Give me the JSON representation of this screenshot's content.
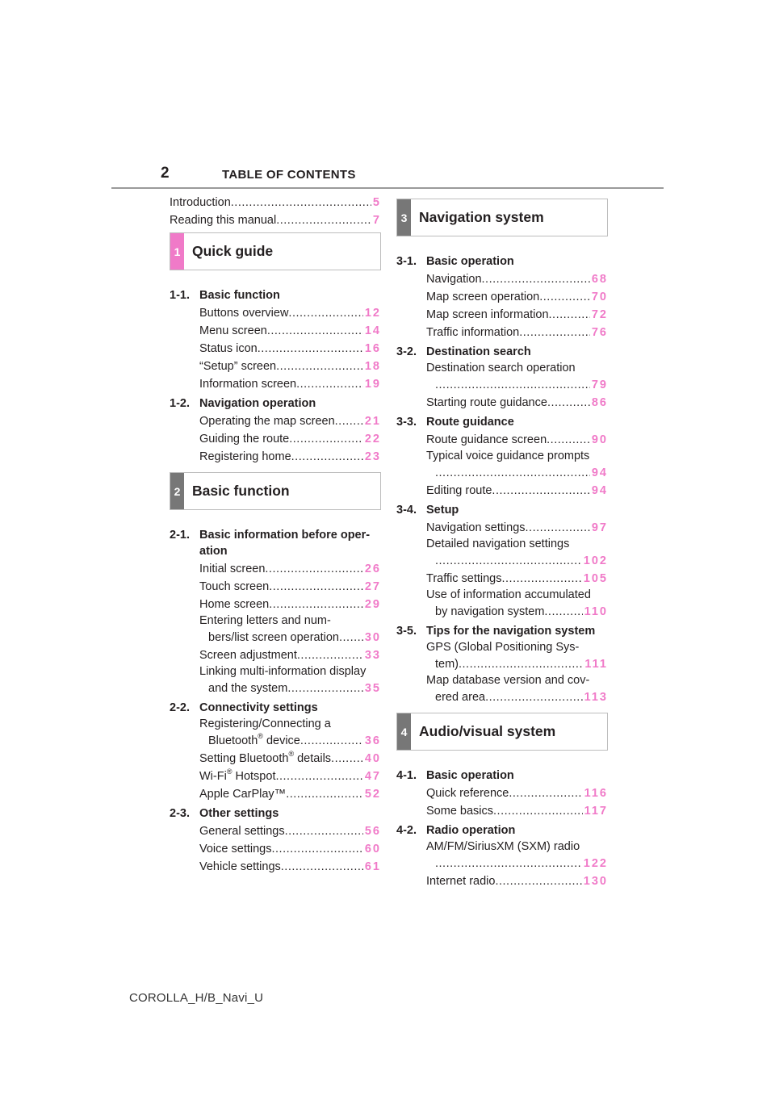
{
  "header": {
    "page_number": "2",
    "title": "TABLE OF CONTENTS"
  },
  "intro": [
    {
      "text": "Introduction",
      "page": "5"
    },
    {
      "text": "Reading this manual",
      "page": "7"
    }
  ],
  "ch1": {
    "num": "1",
    "title": "Quick guide",
    "s11": "1-1.",
    "s11_title": "Basic function",
    "s11_items": [
      {
        "text": "Buttons overview",
        "page": "12"
      },
      {
        "text": "Menu screen",
        "page": "14"
      },
      {
        "text": "Status icon",
        "page": "16"
      },
      {
        "text": "“Setup” screen",
        "page": "18"
      },
      {
        "text": "Information screen",
        "page": "19"
      }
    ],
    "s12": "1-2.",
    "s12_title": "Navigation operation",
    "s12_items": [
      {
        "text": "Operating the map screen",
        "page": "21"
      },
      {
        "text": "Guiding the route",
        "page": "22"
      },
      {
        "text": "Registering home",
        "page": "23"
      }
    ]
  },
  "ch2": {
    "num": "2",
    "title": "Basic function",
    "s21": "2-1.",
    "s21_title_a": "Basic information before oper-",
    "s21_title_b": "ation",
    "s21_items": [
      {
        "text": "Initial screen",
        "page": "26"
      },
      {
        "text": "Touch screen",
        "page": "27"
      },
      {
        "text": "Home screen",
        "page": "29"
      }
    ],
    "s21_entering_a": "Entering letters and num-",
    "s21_entering_b": "bers/list screen operation",
    "s21_entering_page": "30",
    "s21_screen_adj": {
      "text": "Screen adjustment",
      "page": "33"
    },
    "s21_linking_a": "Linking multi-information display",
    "s21_linking_b": "and the system",
    "s21_linking_page": "35",
    "s22": "2-2.",
    "s22_title": "Connectivity settings",
    "s22_reg_a": "Registering/Connecting a",
    "s22_reg_b1": "Bluetooth",
    "s22_reg_sup": "®",
    "s22_reg_b2": " device",
    "s22_reg_page": "36",
    "s22_bt_1": "Setting Bluetooth",
    "s22_bt_sup": "®",
    "s22_bt_2": " details",
    "s22_bt_page": "40",
    "s22_wifi_1": "Wi-Fi",
    "s22_wifi_sup": "®",
    "s22_wifi_2": " Hotspot",
    "s22_wifi_page": "47",
    "s22_carplay": {
      "text": "Apple CarPlay™",
      "page": "52"
    },
    "s23": "2-3.",
    "s23_title": "Other settings",
    "s23_items": [
      {
        "text": "General settings",
        "page": "56"
      },
      {
        "text": "Voice settings",
        "page": "60"
      },
      {
        "text": "Vehicle settings",
        "page": "61"
      }
    ]
  },
  "ch3": {
    "num": "3",
    "title": "Navigation system",
    "s31": "3-1.",
    "s31_title": "Basic operation",
    "s31_items": [
      {
        "text": "Navigation",
        "page": "68"
      },
      {
        "text": "Map screen operation",
        "page": "70"
      },
      {
        "text": "Map screen information",
        "page": "72"
      },
      {
        "text": "Traffic information",
        "page": "76"
      }
    ],
    "s32": "3-2.",
    "s32_title": "Destination search",
    "s32_dest_a": "Destination search operation",
    "s32_dest_page": "79",
    "s32_start": {
      "text": "Starting route guidance",
      "page": "86"
    },
    "s33": "3-3.",
    "s33_title": "Route guidance",
    "s33_screen": {
      "text": "Route guidance screen",
      "page": "90"
    },
    "s33_voice_a": "Typical voice guidance prompts",
    "s33_voice_page": "94",
    "s33_edit": {
      "text": "Editing route",
      "page": "94"
    },
    "s34": "3-4.",
    "s34_title": "Setup",
    "s34_nav": {
      "text": "Navigation settings",
      "page": "97"
    },
    "s34_detail_a": "Detailed navigation settings",
    "s34_detail_page": "102",
    "s34_traffic": {
      "text": "Traffic settings",
      "page": "105"
    },
    "s34_use_a": "Use of information accumulated",
    "s34_use_b": "by navigation system",
    "s34_use_page": "110",
    "s35": "3-5.",
    "s35_title": "Tips for the navigation system",
    "s35_gps_a": "GPS (Global Positioning Sys-",
    "s35_gps_b": "tem)",
    "s35_gps_page": "111",
    "s35_map_a": "Map database version and cov-",
    "s35_map_b": "ered area",
    "s35_map_page": "113"
  },
  "ch4": {
    "num": "4",
    "title": "Audio/visual system",
    "s41": "4-1.",
    "s41_title": "Basic operation",
    "s41_items": [
      {
        "text": "Quick reference",
        "page": "116"
      },
      {
        "text": "Some basics",
        "page": "117"
      }
    ],
    "s42": "4-2.",
    "s42_title": "Radio operation",
    "s42_radio_a": "AM/FM/SiriusXM (SXM) radio",
    "s42_radio_page": "122",
    "s42_internet": {
      "text": "Internet radio",
      "page": "130"
    }
  },
  "footer": {
    "text": "COROLLA_H/B_Navi_U"
  },
  "colors": {
    "accent": "#f07ac8",
    "tab_gray": "#777777",
    "text": "#231f20"
  }
}
